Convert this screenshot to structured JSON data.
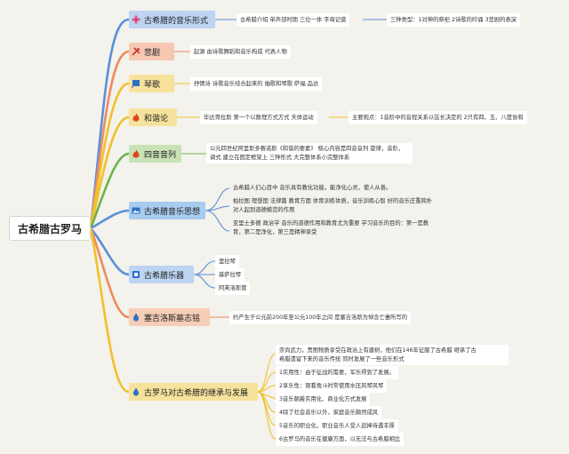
{
  "root": "古希腊古罗马",
  "colors": {
    "blue": "#5b8fd9",
    "blue_bg": "#bdd4f3",
    "orange": "#ef8a5f",
    "orange_bg": "#f6c8b3",
    "yellow": "#f1c12c",
    "yellow_bg": "#f6e29c",
    "green": "#6db24c",
    "green_bg": "#c8e2b5",
    "cyan_bg": "#a8cbf0",
    "peach_bg": "#f6cdb6"
  },
  "branches": [
    {
      "label": "古希腊的音乐形式",
      "icon": "flower-icon",
      "l1": "古希腊介绍 单声部时期 三位一体 字母记谱",
      "l2": "三种类型：1对神的祭祀 2诗歌的吟诵 3悲剧的表演"
    },
    {
      "label": "悲剧",
      "icon": "tools-icon",
      "l1": "起源 由诗歌舞蹈和音乐构成 代表人物"
    },
    {
      "label": "琴歌",
      "icon": "flag-icon",
      "l1": "抒情诗 诗歌音乐结合起来的 抽歌和琴歌 萨福 品达"
    },
    {
      "label": "和谐论",
      "icon": "flame-icon",
      "l1": "毕达哥拉斯 第一个以数理方式方式 天体运动",
      "l2": "主要观点：1音阶中的音程关系以弦长决定的 2只有四、五、八度协和"
    },
    {
      "label": "四音音列",
      "icon": "flame-icon",
      "l1a": "公元四世纪阿里斯多赛诺斯《和谐的要素》 核心内容是四音音列 旋律，音阶，",
      "l1b": "调式 建立在固定框架上 三种形式 大完整体系小完整体系"
    },
    {
      "label": "古希腊音乐思想",
      "icon": "image-icon",
      "leaves": [
        [
          "古希腊人们心目中 音乐具有教化功能，能净化心灵，使人从善。"
        ],
        [
          "柏拉图 理想国 法律篇 教育方面 体育训练体质，音乐训练心智 好的音乐庄重简朴",
          "对人起到道德模范的作用"
        ],
        [
          "亚里士多德 政治学 音乐的道德作用和教育尤为重要 学习音乐的目的：第一是教",
          "育，第二是净化，第三是精神享受"
        ]
      ]
    },
    {
      "label": "古希腊乐器",
      "icon": "square-icon",
      "leaves": [
        "里拉琴",
        "基萨拉琴",
        "阿芙洛斯管"
      ]
    },
    {
      "label": "塞吉洛斯墓志铭",
      "icon": "droplet-icon",
      "l1": "约产生于公元前200年至公元100年之间 是塞吉洛斯为悼念亡妻所写的"
    },
    {
      "label": "古罗马对古希腊的继承与发展",
      "icon": "droplet-icon",
      "intro": [
        "崇尚武力，贵图物质享受在政治上有建树，他们在146年征服了古希腊 继承了古",
        "希腊遗留下来的音乐传统 同时发展了一些音乐形式"
      ],
      "items": [
        "1实用性：由于征战的需要，军乐得到了发展。",
        "2享乐性：观看角斗时常使用水压风琴风琴",
        "3音乐朝着实用化、商业化方式发展",
        "4除了社会音乐以外，家庭音乐颇然成风",
        "5音乐的职业化，职业音乐人受人追捧待遇丰厚",
        "6古罗马的音乐在健康方面，以无法与古希腊相比"
      ]
    }
  ]
}
